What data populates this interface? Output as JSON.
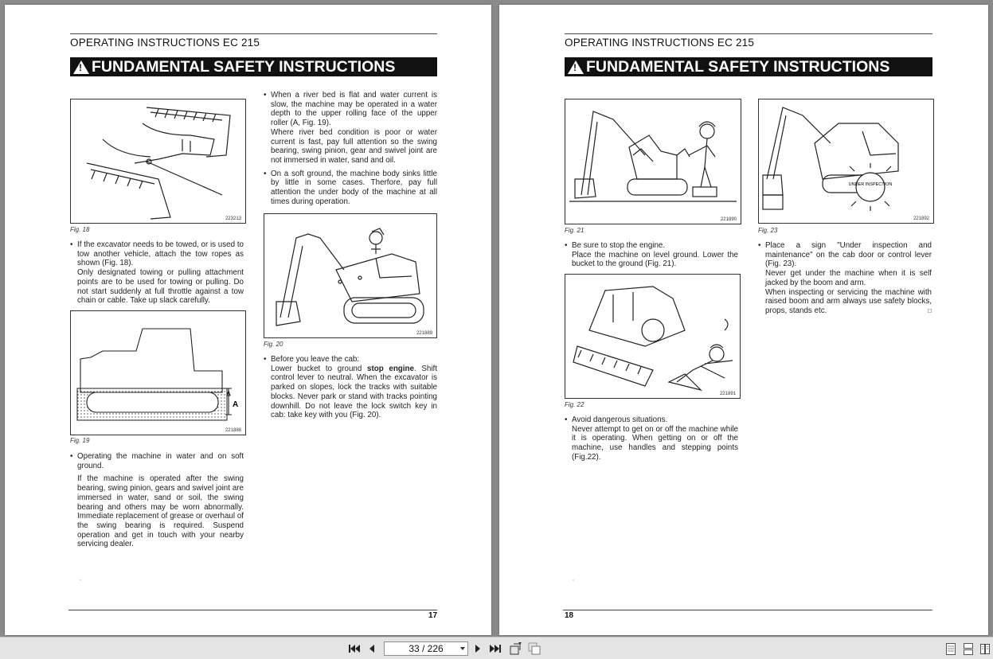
{
  "left_page": {
    "header": "OPERATING INSTRUCTIONS EC 215",
    "banner": "FUNDAMENTAL SAFETY INSTRUCTIONS",
    "fig18": {
      "code": "223213",
      "caption": "Fig. 18"
    },
    "para_tow": [
      "If the excavator needs to be towed, or is used to tow another vehicle, attach the tow ropes as shown (Fig. 18).",
      "Only designated towing or pulling attachment points are to be used for towing or pulling. Do not start suddenly at full throttle against a tow chain or cable. Take up slack carefully."
    ],
    "fig19": {
      "code": "221888",
      "caption": "Fig. 19",
      "label": "A"
    },
    "para_water_title": "Operating the machine in water and on soft ground.",
    "para_water_body": "If the machine is operated after the swing bearing, swing pinion, gears and swivel joint are immersed in water, sand or soil, the swing bearing and others may be worn abnormally. Immediate replacement of grease or overhaul of the swing bearing is required. Suspend operation and get in touch with your nearby servicing dealer.",
    "para_river": [
      "When a river bed is flat and water current is slow, the machine may be operated in a water depth to the upper rolling face of the upper roller (A, Fig. 19).",
      "Where river bed condition is poor or water current is fast, pay full attention so the swing bearing, swing pinion, gear and swivel joint are not immersed in water, sand and oil."
    ],
    "para_soft": "On a soft ground, the machine body sinks little by little in some cases. Therfore, pay full attention the under body of the machine at all times during operation.",
    "fig20": {
      "code": "221889",
      "caption": "Fig. 20"
    },
    "para_leave_title": "Before you leave the cab:",
    "para_leave_a": "Lower bucket to ground ",
    "para_leave_bold": "stop engine",
    "para_leave_b": ". Shift control lever to neutral. When the excavator is parked on slopes, lock the tracks with suitable blocks. Never park or stand with tracks pointing downhill. Do not leave the lock switch key in cab: take key with you (Fig. 20).",
    "page_number": "17"
  },
  "right_page": {
    "header": "OPERATING INSTRUCTIONS EC 215",
    "banner": "FUNDAMENTAL SAFETY INSTRUCTIONS",
    "fig21": {
      "code": "221890",
      "caption": "Fig. 21"
    },
    "fig23": {
      "code": "221892",
      "caption": "Fig. 23",
      "sign": "UNDER INSPECTION"
    },
    "para_stop": [
      "Be sure to stop the engine.",
      "Place the machine on level ground. Lower the bucket to the ground (Fig. 21)."
    ],
    "fig22": {
      "code": "221891",
      "caption": "Fig. 22"
    },
    "para_avoid": [
      "Avoid dangerous situations.",
      "Never attempt to get on or off the machine while it is operating. When getting on or off the machine, use handles and stepping points (Fig.22)."
    ],
    "para_sign": [
      "Place a sign \"Under inspection and maintenance\" on the cab door or control lever (Fig. 23).",
      "Never get under the machine when it is self jacked by the boom and arm.",
      "When inspecting or servicing the machine with raised boom and arm always use safety blocks, props, stands etc."
    ],
    "end_mark": "□",
    "page_number": "18"
  },
  "toolbar": {
    "page_indicator": "33 / 226",
    "icons": [
      "first-page-icon",
      "prev-page-icon",
      "next-page-icon",
      "last-page-icon",
      "rotate-icon",
      "fit-icon",
      "single-page-view-icon",
      "continuous-view-icon",
      "facing-view-icon"
    ]
  }
}
